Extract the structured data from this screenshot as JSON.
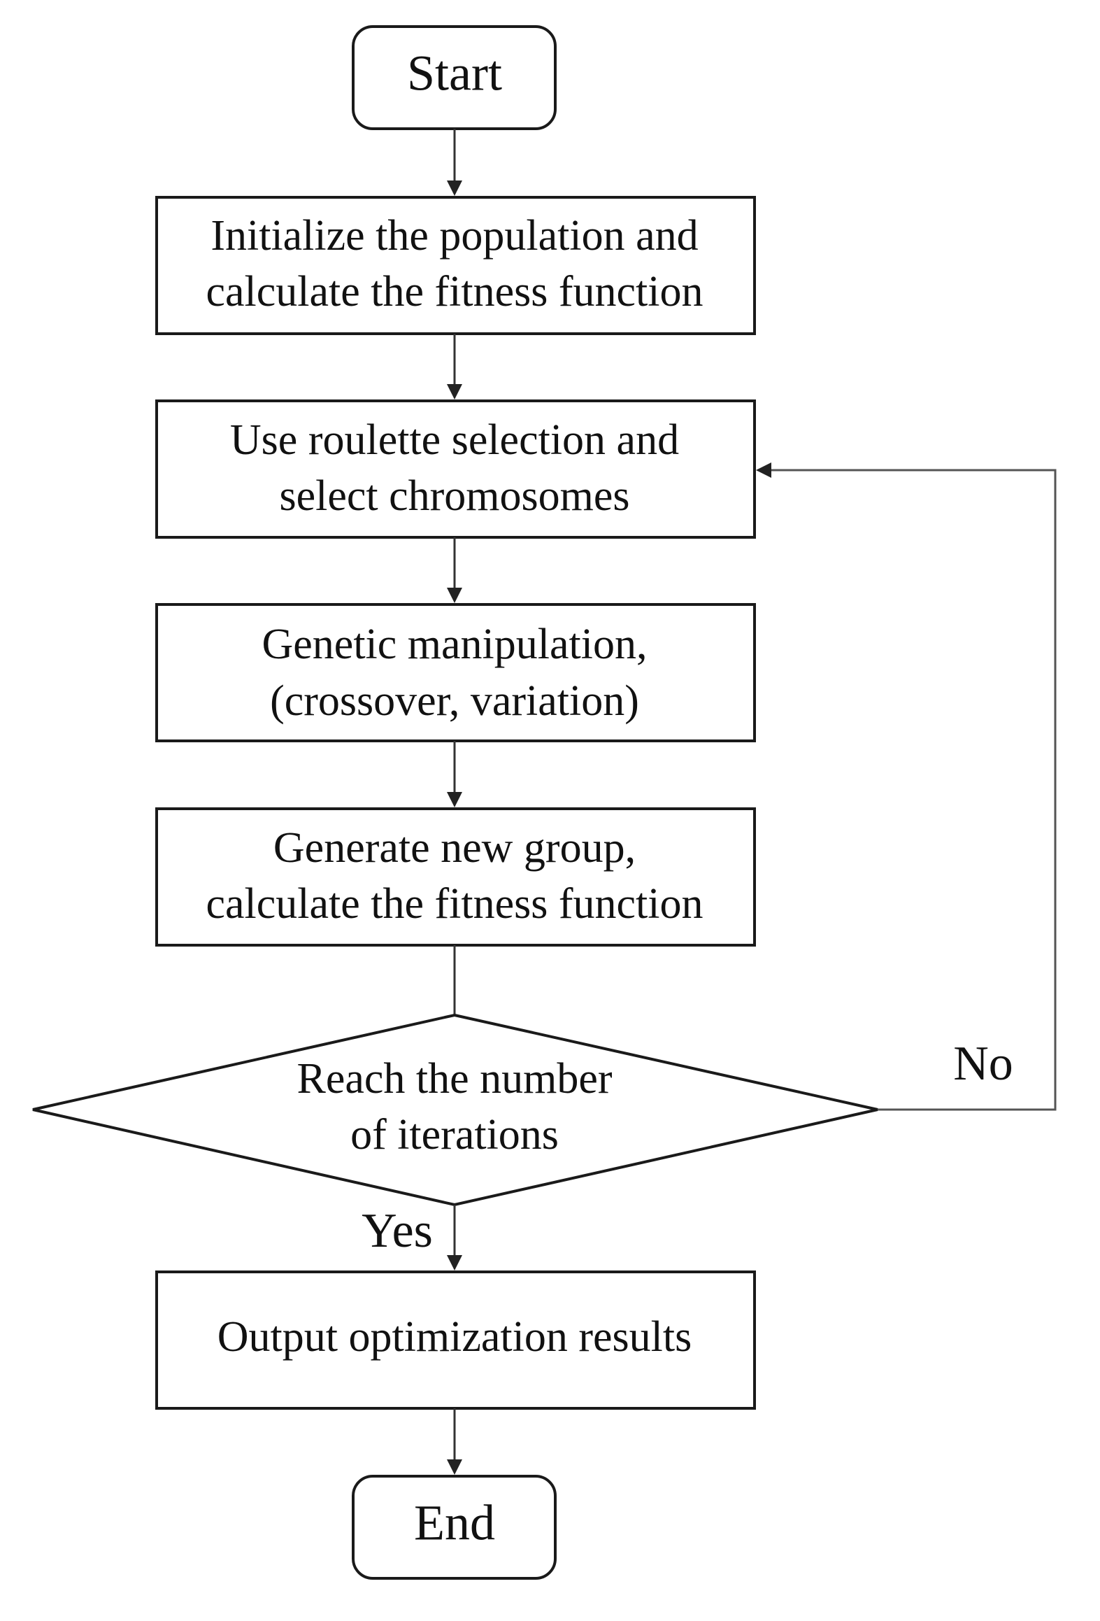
{
  "flowchart": {
    "start": "Start",
    "end": "End",
    "steps": {
      "init": [
        "Initialize the population and",
        "calculate the fitness function"
      ],
      "select": [
        "Use roulette selection and",
        "select chromosomes"
      ],
      "genetic": [
        "Genetic manipulation,",
        "(crossover, variation)"
      ],
      "generate": [
        "Generate new group,",
        "calculate the fitness function"
      ],
      "output": [
        "Output optimization results"
      ]
    },
    "decision": [
      "Reach the number",
      "of iterations"
    ],
    "labels": {
      "yes": "Yes",
      "no": "No"
    },
    "colors": {
      "stroke": "#1a1a1a",
      "background": "#ffffff",
      "text": "#111111"
    }
  }
}
